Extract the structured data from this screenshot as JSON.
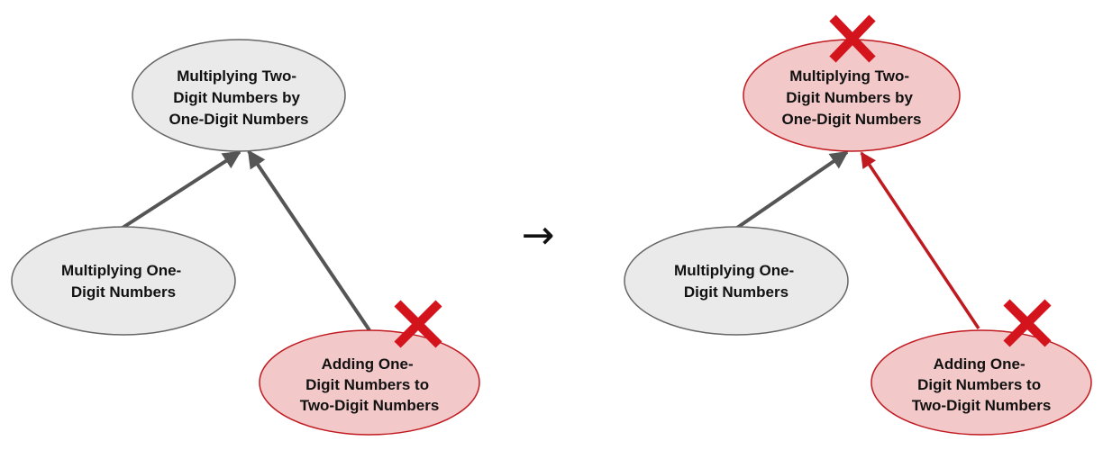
{
  "colors": {
    "neutral_fill": "#eaeaea",
    "neutral_stroke": "#666666",
    "failed_fill": "#f3c8c8",
    "failed_stroke": "#c0191f",
    "edge_neutral": "#555555",
    "edge_failed": "#c0191f",
    "cross_mark": "#d4141c"
  },
  "transition_arrow": "→",
  "left_diagram": {
    "nodes": {
      "target": {
        "lines": [
          "Multiplying Two-",
          "Digit Numbers by",
          "One-Digit Numbers"
        ],
        "status": "neutral"
      },
      "prereq_a": {
        "lines": [
          "Multiplying One-",
          "Digit Numbers"
        ],
        "status": "neutral"
      },
      "prereq_b": {
        "lines": [
          "Adding One-",
          "Digit Numbers to",
          "Two-Digit Numbers"
        ],
        "status": "failed"
      }
    },
    "edges": [
      {
        "from": "prereq_a",
        "to": "target",
        "status": "neutral"
      },
      {
        "from": "prereq_b",
        "to": "target",
        "status": "neutral"
      }
    ]
  },
  "right_diagram": {
    "nodes": {
      "target": {
        "lines": [
          "Multiplying Two-",
          "Digit Numbers by",
          "One-Digit Numbers"
        ],
        "status": "failed"
      },
      "prereq_a": {
        "lines": [
          "Multiplying One-",
          "Digit Numbers"
        ],
        "status": "neutral"
      },
      "prereq_b": {
        "lines": [
          "Adding One-",
          "Digit Numbers to",
          "Two-Digit Numbers"
        ],
        "status": "failed"
      }
    },
    "edges": [
      {
        "from": "prereq_a",
        "to": "target",
        "status": "neutral"
      },
      {
        "from": "prereq_b",
        "to": "target",
        "status": "failed"
      }
    ]
  }
}
